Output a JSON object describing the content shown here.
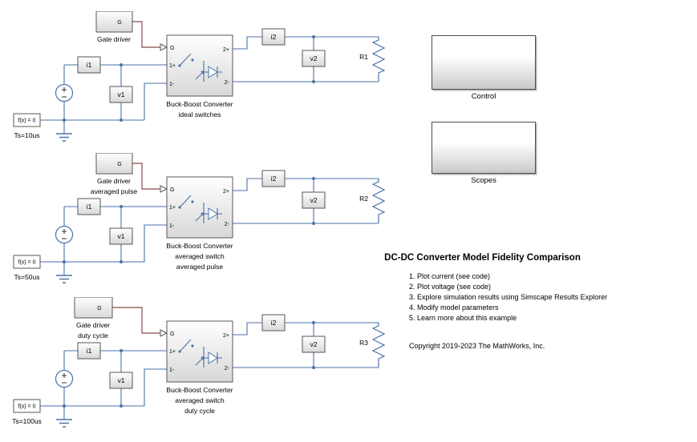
{
  "colors": {
    "electrical_wire": "#4a72a8",
    "physical_signal_wire": "#8b4949",
    "block_border": "#575757"
  },
  "port_labels": {
    "g": "G",
    "one_plus": "1+",
    "one_minus": "1-",
    "two_plus": "2+",
    "two_minus": "2-"
  },
  "sensor_labels": {
    "i1": "i1",
    "v1": "v1",
    "i2": "i2",
    "v2": "v2"
  },
  "solver": {
    "fx": "f(x) = 0"
  },
  "circuits": [
    {
      "gate_label_1": "Gate driver",
      "converter_line_1": "Buck-Boost Converter",
      "converter_line_2": "ideal switches",
      "resistor": "R1",
      "solver_ts": "Ts=10us"
    },
    {
      "gate_label_1": "Gate driver",
      "gate_label_2": "averaged pulse",
      "converter_line_1": "Buck-Boost Converter",
      "converter_line_2": "averaged switch",
      "converter_line_3": "averaged pulse",
      "resistor": "R2",
      "solver_ts": "Ts=50us"
    },
    {
      "gate_label_1": "Gate driver",
      "gate_label_2": "duty cycle",
      "converter_line_1": "Buck-Boost Converter",
      "converter_line_2": "averaged switch",
      "converter_line_3": "duty cycle",
      "resistor": "R3",
      "solver_ts": "Ts=100us"
    }
  ],
  "right": {
    "control_label": "Control",
    "scopes_label": "Scopes",
    "title": "DC-DC Converter Model Fidelity Comparison",
    "steps": [
      "1. Plot current (see code)",
      "2. Plot voltage (see code)",
      "3. Explore simulation results using Simscape Results Explorer",
      "4. Modify model parameters",
      "5. Learn more about this example"
    ],
    "copyright": "Copyright 2019-2023 The MathWorks, Inc."
  }
}
